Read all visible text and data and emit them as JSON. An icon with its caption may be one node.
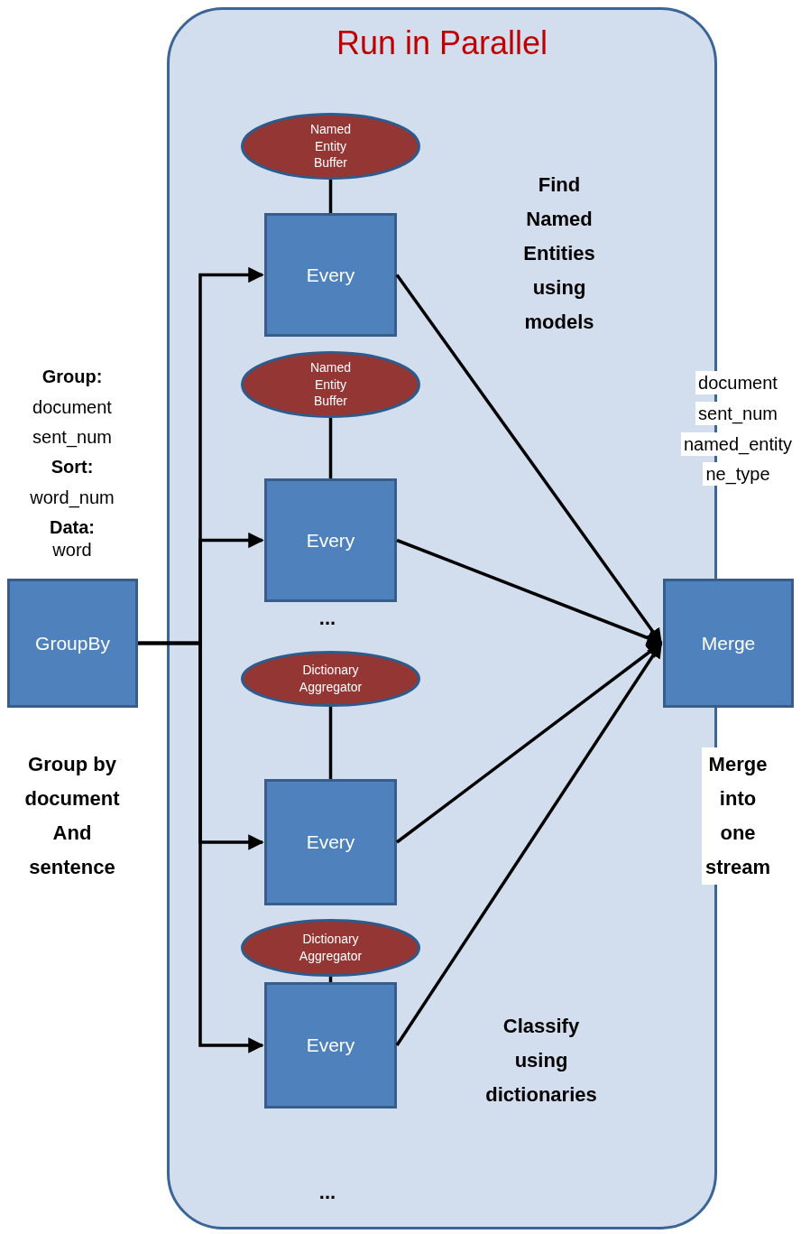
{
  "diagram": {
    "nodes": [
      {
        "text": [
          "Run in Parallel"
        ]
      },
      {
        "text": [
          "GroupBy"
        ],
        "beside": [
          "Group by document And sentence"
        ]
      },
      {
        "text": [
          "Named Entity Buffer"
        ],
        "in": 0
      },
      {
        "text": [
          "Every"
        ],
        "in": 0
      },
      {
        "text": [
          "Named Entity Buffer"
        ],
        "in": 0
      },
      {
        "text": [
          "Every"
        ],
        "in": 0
      },
      {
        "text": [
          "Dictionary Aggregator"
        ],
        "in": 0
      },
      {
        "text": [
          "Every"
        ],
        "in": 0
      },
      {
        "text": [
          "Dictionary Aggregator"
        ],
        "in": 0
      },
      {
        "text": [
          "Every"
        ],
        "in": 0
      },
      {
        "text": [
          "Merge"
        ],
        "beside": [
          "Merge into one stream"
        ]
      }
    ],
    "edges": [
      {
        "from": 2,
        "to": 3,
        "arrow": "none"
      },
      {
        "from": 4,
        "to": 5,
        "arrow": "none"
      },
      {
        "from": 6,
        "to": 7,
        "arrow": "none"
      },
      {
        "from": 8,
        "to": 9,
        "arrow": "none"
      },
      {
        "from": 1,
        "to": 3,
        "arrow": "to"
      },
      {
        "from": 1,
        "to": 5,
        "arrow": "to"
      },
      {
        "from": 1,
        "to": 7,
        "arrow": "to"
      },
      {
        "from": 1,
        "to": 9,
        "arrow": "to"
      },
      {
        "from": 3,
        "to": 10,
        "arrow": "to"
      },
      {
        "from": 5,
        "to": 10,
        "arrow": "to"
      },
      {
        "from": 7,
        "to": 10,
        "arrow": "to"
      },
      {
        "from": 9,
        "to": 10,
        "arrow": "to"
      }
    ],
    "labels": [
      "Find Named Entities using models",
      "Group:",
      "document",
      "sent_num",
      "Sort:",
      "word_num",
      "Data:",
      "word",
      "document",
      "sent_num",
      "named_entity",
      "ne_type",
      "...",
      "...",
      "Classify using dictionaries"
    ]
  }
}
